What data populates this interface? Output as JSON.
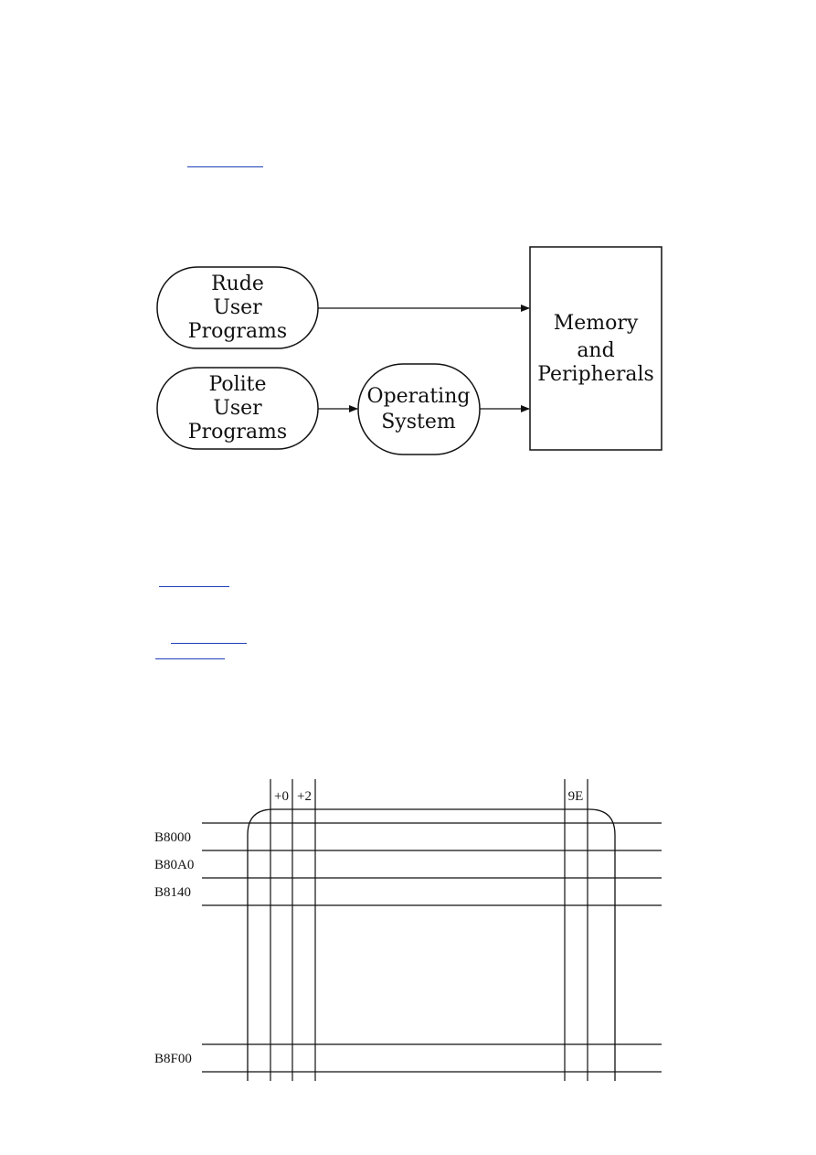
{
  "page": {
    "colors": {
      "background": "#ffffff",
      "ink": "#111111",
      "link": "#1f3fb8"
    }
  },
  "access_diagram": {
    "nodes": {
      "rude": [
        "Rude",
        "User",
        "Programs"
      ],
      "polite": [
        "Polite",
        "User",
        "Programs"
      ],
      "os": [
        "Operating",
        "System"
      ],
      "memory": [
        "Memory",
        "and",
        "Peripherals"
      ]
    }
  },
  "video_memory_diagram": {
    "column_labels": [
      "+0",
      "+2",
      "9E"
    ],
    "row_labels": [
      "B8000",
      "B80A0",
      "B8140",
      "B8F00"
    ]
  }
}
